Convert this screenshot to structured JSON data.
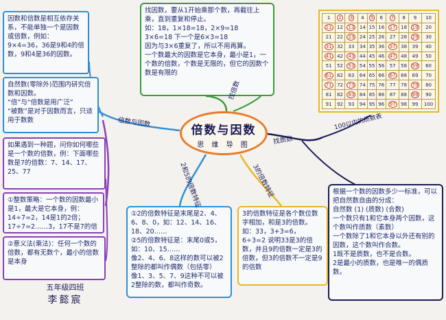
{
  "center": {
    "title": "倍数与因数",
    "subtitle": "思 维 导 图"
  },
  "branches": {
    "left": "倍数与因数",
    "top": "找倍数",
    "right": "找质数",
    "bottom_left": "2和5的倍数特征",
    "bottom_right": "3的倍数特征"
  },
  "boxes": {
    "b1": "因数和倍数是相互依存关系，不能单独一个是因数或倍数，例如：9×4=36，36是9和4的倍数，9和4是36的因数。",
    "b2": "自然数(零除外)范围内研究倍数和因数。\n“倍”与“倍数是用广泛”\n“被数”是对于因数而言，只适用于数数",
    "b3": "如果遇到一种题，问你如何哪些是一个数的倍数，例：下面哪些数是7的倍数：7、14、17、25、77",
    "b4": "①整数策略：一个数的因数最小是1，最大是它本身，例：14÷7=2，14是1的2倍；\n17÷7=2……3，17不是7的倍数",
    "b5": "②意义法(乘法)：任何一个数的倍数，都有无数个，最小的倍数是本身",
    "b6": "找因数，要从1开始乘那个数，再截往上乘，直到重复和停止。\n如：18，1×18=18，2×9=18\n3×6=18 下一个是6×3=18\n因为与3×6重复了，所以不用再算。\n一个数最大的因数是它本身，最小是1，一个数的倍数，个数是无限的，但它的因数个数是有限的",
    "b7": "①2的倍数特征是末尾是2、4、6、8、0，如：12、14、16、18、20……\n②5的倍数特征是：末尾0或5，如：10、15……\n像2、4、6、8这样的数可以被2整除的都叫作偶数（包括零）\n像1、3、5、7、9这种不可以被2整除的数，都叫作奇数。",
    "b8": "3的倍数特征是各个数位数字相加，和是3的倍数。\n如：33，3+3=6，\n6÷3=2 说明33是3的倍数，并且9的倍数一定是3的倍数，但3的倍数不一定是9的倍数",
    "b9": "根据一个数的因数多少一标准，可以把自然数自由的分成：\n自然数 (1) (质数) (合数)\n一个数只有1和它本身两个因数，这个数叫作质数（素数）\n一个数除了1和它本身以外还有别的因数，这个数叫作合数。\n1既不是质数，也不是合数。\n2是最小的质数，也是唯一的偶质数。"
  },
  "grid": {
    "caption": "100以内的质数表",
    "rows": [
      [
        "1",
        "2",
        "3",
        "4",
        "5",
        "6",
        "7",
        "8",
        "9",
        "10"
      ],
      [
        "11",
        "12",
        "13",
        "14",
        "15",
        "16",
        "17",
        "18",
        "19",
        "20"
      ],
      [
        "21",
        "22",
        "23",
        "24",
        "25",
        "26",
        "27",
        "28",
        "29",
        "30"
      ],
      [
        "31",
        "32",
        "33",
        "34",
        "35",
        "36",
        "37",
        "38",
        "39",
        "40"
      ],
      [
        "41",
        "42",
        "43",
        "44",
        "45",
        "46",
        "47",
        "48",
        "49",
        "50"
      ],
      [
        "51",
        "52",
        "53",
        "54",
        "55",
        "56",
        "57",
        "58",
        "59",
        "60"
      ],
      [
        "61",
        "62",
        "63",
        "64",
        "65",
        "66",
        "67",
        "68",
        "69",
        "70"
      ],
      [
        "71",
        "72",
        "73",
        "74",
        "75",
        "76",
        "77",
        "78",
        "79",
        "80"
      ],
      [
        "81",
        "82",
        "83",
        "84",
        "85",
        "86",
        "87",
        "88",
        "89",
        "90"
      ],
      [
        "91",
        "92",
        "93",
        "94",
        "95",
        "96",
        "97",
        "98",
        "99",
        "100"
      ]
    ],
    "primes": [
      2,
      3,
      5,
      7,
      11,
      13,
      17,
      19,
      23,
      29,
      31,
      37,
      41,
      43,
      47,
      53,
      59,
      61,
      67,
      71,
      73,
      79,
      83,
      89,
      97
    ]
  },
  "signature": {
    "class": "五年级四班",
    "name": "李懿宸"
  },
  "colors": {
    "center_border": "#e57c2a",
    "green": "#3a9a3a",
    "blue": "#2c8fd6",
    "purple": "#8a3fb8",
    "yellow": "#e6b820",
    "navy": "#1a1a55"
  }
}
